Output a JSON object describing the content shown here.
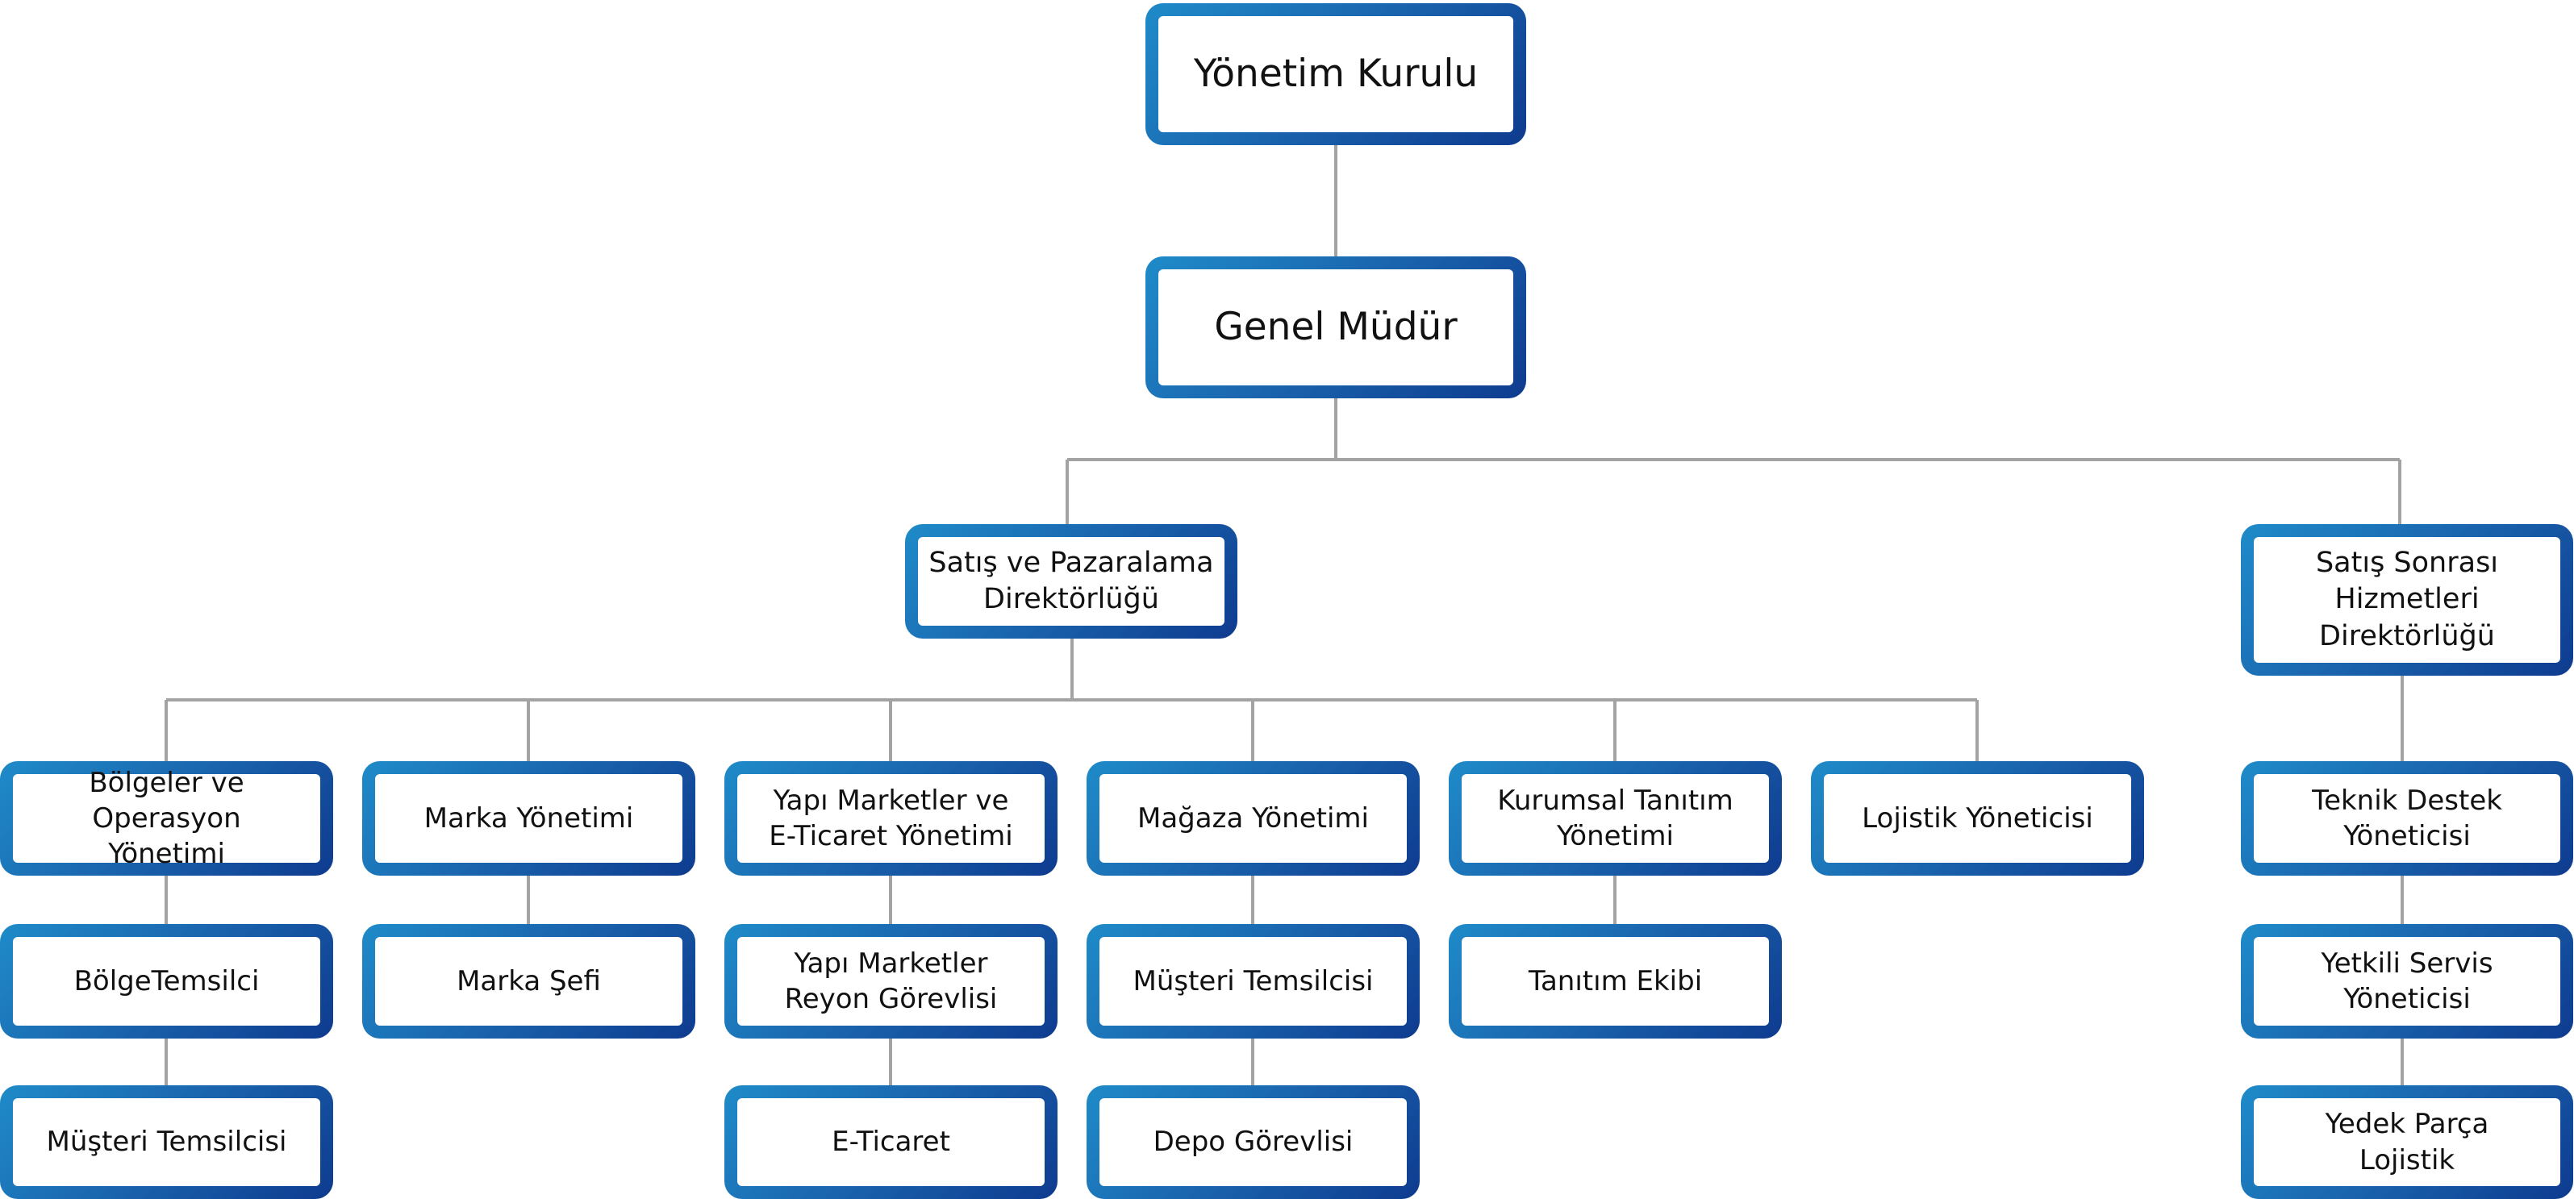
{
  "chart": {
    "top": "Yönetim Kurulu",
    "gm": "Genel Müdür",
    "sales_dir": "Satış ve Pazaralama\nDirektörlüğü",
    "aftersales_dir": "Satış Sonrası\nHizmetleri\nDirektörlüğü",
    "bolgeler": "Bölgeler ve Operasyon\nYönetimi",
    "bolge_temsilci": "BölgeTemsilci",
    "musteri_temsilcisi_1": "Müşteri Temsilcisi",
    "marka_yonetimi": "Marka Yönetimi",
    "marka_sefi": "Marka Şefi",
    "yapi_marketler": "Yapı Marketler ve\nE-Ticaret Yönetimi",
    "yapi_reyon": "Yapı Marketler\nReyon Görevlisi",
    "eticaret": "E-Ticaret",
    "magaza": "Mağaza Yönetimi",
    "musteri_temsilcisi_2": "Müşteri Temsilcisi",
    "depo": "Depo Görevlisi",
    "kurumsal": "Kurumsal Tanıtım\nYönetimi",
    "tanitim_ekibi": "Tanıtım Ekibi",
    "lojistik": "Lojistik Yöneticisi",
    "teknik_destek": "Teknik Destek\nYöneticisi",
    "yetkili_servis": "Yetkili Servis\nYöneticisi",
    "yedek_parca": "Yedek Parça\nLojistik"
  }
}
